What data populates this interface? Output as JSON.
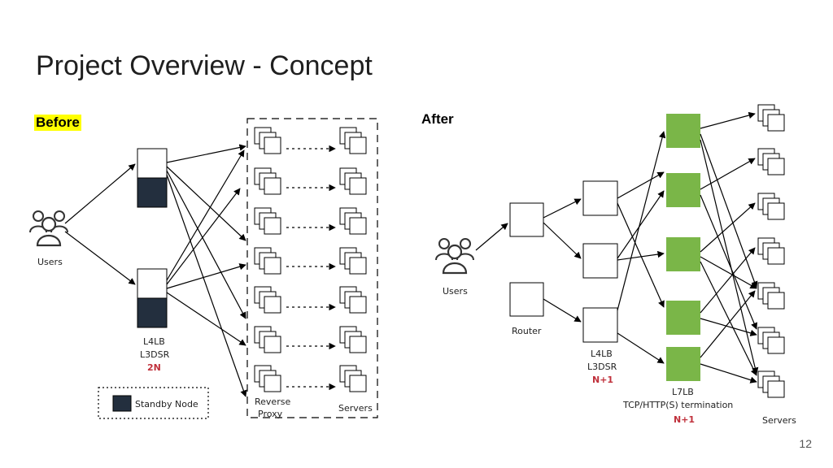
{
  "title": "Project Overview - Concept",
  "page_number": "12",
  "colors": {
    "highlight": "#ffff00",
    "standby_node": "#232f3e",
    "l7lb_node": "#7ab648",
    "emphasis_text": "#c0303b"
  },
  "before": {
    "label": "Before",
    "users_label": "Users",
    "lb_label_line1": "L4LB",
    "lb_label_line2": "L3DSR",
    "lb_redundancy": "2N",
    "legend_label": "Standby Node",
    "reverse_proxy_label_line1": "Reverse",
    "reverse_proxy_label_line2": "Proxy",
    "servers_label": "Servers"
  },
  "after": {
    "label": "After",
    "users_label": "Users",
    "router_label": "Router",
    "l4lb_line1": "L4LB",
    "l4lb_line2": "L3DSR",
    "l4lb_redundancy": "N+1",
    "l7lb_line1": "L7LB",
    "l7lb_line2": "TCP/HTTP(S) termination",
    "l7lb_redundancy": "N+1",
    "servers_label": "Servers"
  }
}
